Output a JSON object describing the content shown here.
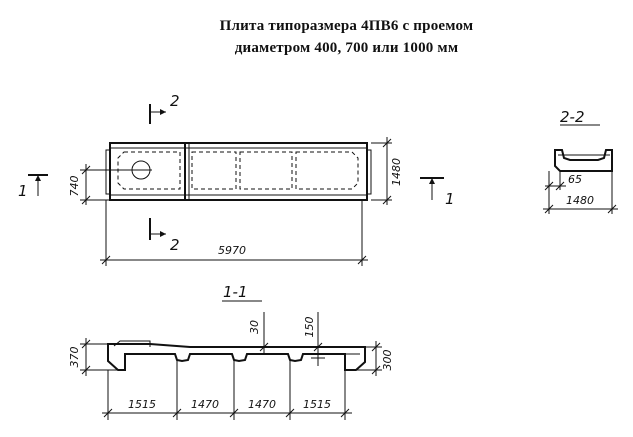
{
  "title": {
    "line1": "Плита типоразмера 4ПВ6 с проемом",
    "line2": "диаметром 400, 700 или 1000 мм"
  },
  "plan": {
    "section_2_top": "2",
    "section_2_bottom": "2",
    "section_1_left": "1",
    "section_1_right": "1",
    "dim_length": "5970",
    "dim_width": "1480",
    "dim_hole_offset": "740"
  },
  "section_22": {
    "label": "2-2",
    "dim_rib": "65",
    "dim_width": "1480"
  },
  "section_11": {
    "label": "1-1",
    "dim_height_left": "370",
    "dim_height_right": "300",
    "dim_top_30": "30",
    "dim_top_150": "150",
    "spans": [
      "1515",
      "1470",
      "1470",
      "1515"
    ]
  }
}
